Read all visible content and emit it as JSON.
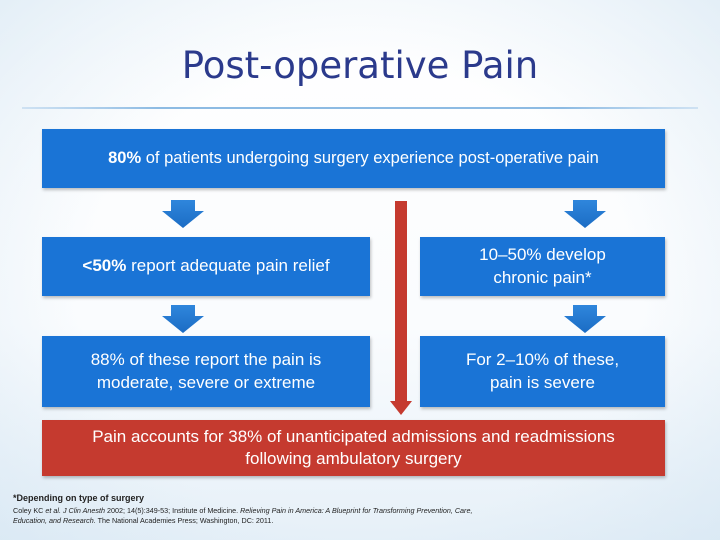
{
  "slide": {
    "title": "Post-operative Pain",
    "top_box": {
      "highlight": "80%",
      "text": " of patients undergoing surgery experience post-operative pain"
    },
    "left_1": {
      "highlight": "<50%",
      "text": " report adequate pain relief"
    },
    "right_1": {
      "line1": "10–50% develop",
      "line2": "chronic pain*"
    },
    "left_2": {
      "line1": "88% of these report the pain is",
      "line2": "moderate, severe or extreme"
    },
    "right_2": {
      "line1": "For 2–10% of these,",
      "line2": "pain is severe"
    },
    "bottom_box": {
      "line1": "Pain accounts for 38% of unanticipated admissions and readmissions",
      "line2": "following ambulatory surgery"
    },
    "footnote": "*Depending on type of surgery",
    "references": {
      "part1": "Coley KC ",
      "part2": "et al. J Clin Anesth",
      "part3": " 2002; 14(5):349-53; Institute of Medicine. ",
      "part4": "Relieving Pain in America: A Blueprint for Transforming Prevention, Care, Education, and Research.",
      "part5": " The National Academies Press; Washington, DC: 2011."
    }
  },
  "colors": {
    "title": "#2b3a8c",
    "box_blue": "#1a74d6",
    "box_red": "#c53a2f",
    "arrow_blue": "#2e7fd6",
    "arrow_red": "#c53a2f"
  }
}
